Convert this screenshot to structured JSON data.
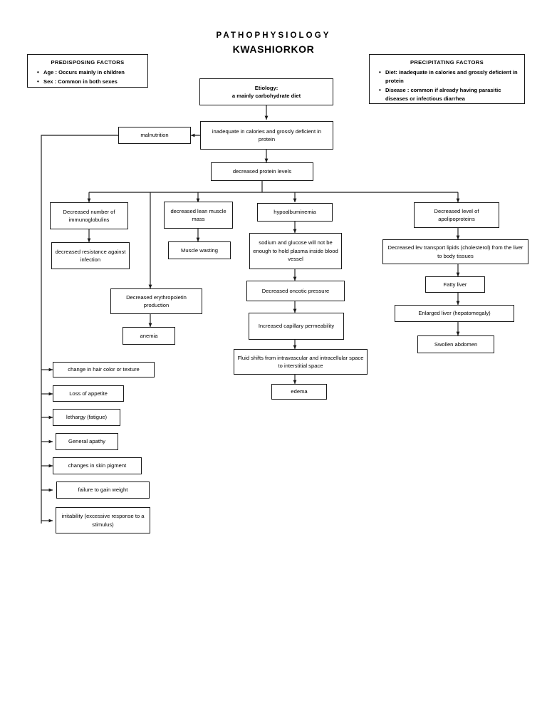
{
  "title": {
    "line1": "PATHOPHYSIOLOGY",
    "line2": "KWASHIORKOR"
  },
  "predisposing": {
    "heading": "PREDISPOSING FACTORS",
    "items": [
      "Age : Occurs mainly in children",
      "Sex : Common in both sexes"
    ]
  },
  "precipitating": {
    "heading": "PRECIPITATING FACTORS",
    "items": [
      "Diet: inadequate in calories and grossly deficient in protein",
      "Disease : common if already having parasitic diseases or infectious diarrhea"
    ]
  },
  "nodes": {
    "etiology": "Etiology:\na mainly carbohydrate diet",
    "inadequate": "inadequate in calories and grossly deficient in protein",
    "malnutrition": "malnutrition",
    "decreased_protein": "decreased protein levels",
    "immunoglobulins": "Decreased number of immunoglobulins",
    "resistance": "decreased resistance against infection",
    "lean_muscle": "decreased lean muscle mass",
    "muscle_wasting": "Muscle wasting",
    "hypoalbuminemia": "hypoalbuminemia",
    "sodium_glucose": "sodium and glucose will not be enough to hold plasma inside blood vessel",
    "oncotic": "Decreased oncotic pressure",
    "capillary": "Increased capillary permeability",
    "fluid_shift": "Fluid shifts from intravascular and intracellular space to interstitial space",
    "edema": "edema",
    "apolipoproteins": "Decreased level of apolipoproteins",
    "transport_lipids": "Decreased lev transport lipids (cholesterol) from the liver to body tissues",
    "fatty_liver": "Fatty liver",
    "enlarged_liver": "Enlarged liver (hepatomegaly)",
    "swollen_abdomen": "Swollen abdomen",
    "erythropoietin": "Decreased erythropoietin production",
    "anemia": "anemia"
  },
  "symptoms": [
    "change in hair color or texture",
    "Loss of appetite",
    "lethargy (fatigue)",
    "General apathy",
    "changes in skin pigment",
    "failure to gain weight",
    "irritability (excessive response to a stimulus)"
  ],
  "colors": {
    "line": "#1a1a1a",
    "background": "#ffffff",
    "text": "#000000"
  }
}
